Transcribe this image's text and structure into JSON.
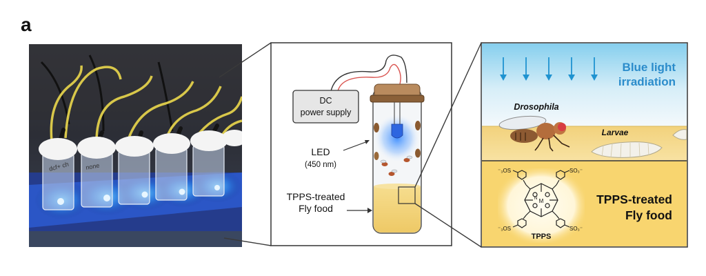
{
  "panel_letter": "a",
  "photo": {
    "tube_labels": [
      "dcf+ ch",
      "none"
    ]
  },
  "apparatus": {
    "power_supply_line1": "DC",
    "power_supply_line2": "power supply",
    "led_label": "LED",
    "led_wavelength": "(450 nm)",
    "food_label_line1": "TPPS-treated",
    "food_label_line2": "Fly food"
  },
  "closeup": {
    "light_label_line1": "Blue light",
    "light_label_line2": "irradiation",
    "fly_label": "Drosophila",
    "larvae_label": "Larvae",
    "food_label_line1": "TPPS-treated",
    "food_label_line2": "Fly food",
    "molecule_name": "TPPS",
    "substituent_left": "⁻₃OS",
    "substituent_right": "SO₃⁻",
    "metal_label": "M",
    "nitrogen_label": "N"
  },
  "colors": {
    "blue_text": "#2b8ccb",
    "arrow_blue": "#1f93d0",
    "food_yellow": "#f7d87a",
    "food_panel_yellow": "#f8d56f"
  }
}
